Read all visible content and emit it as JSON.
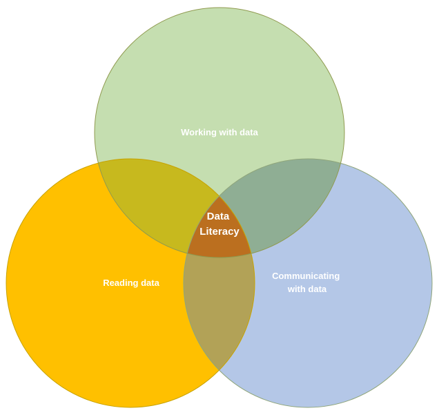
{
  "diagram": {
    "sets": [
      {
        "id": "working",
        "label": "Working with data",
        "fill": "#c5deb0",
        "stroke": "#8f9a4f"
      },
      {
        "id": "reading",
        "label": "Reading data",
        "fill": "#ffc000",
        "stroke": "#c7a200"
      },
      {
        "id": "communicating",
        "label_lines": [
          "Communicating",
          "with data"
        ],
        "fill": "#b4c7e7",
        "stroke": "#8fa57a"
      }
    ],
    "overlaps": {
      "working_reading": "#c7b91e",
      "working_communicating": "#8fae94",
      "reading_communicating": "#b2a257"
    },
    "center": {
      "label_lines": [
        "Data",
        "Literacy"
      ],
      "fill": "#bb6f1f"
    }
  }
}
